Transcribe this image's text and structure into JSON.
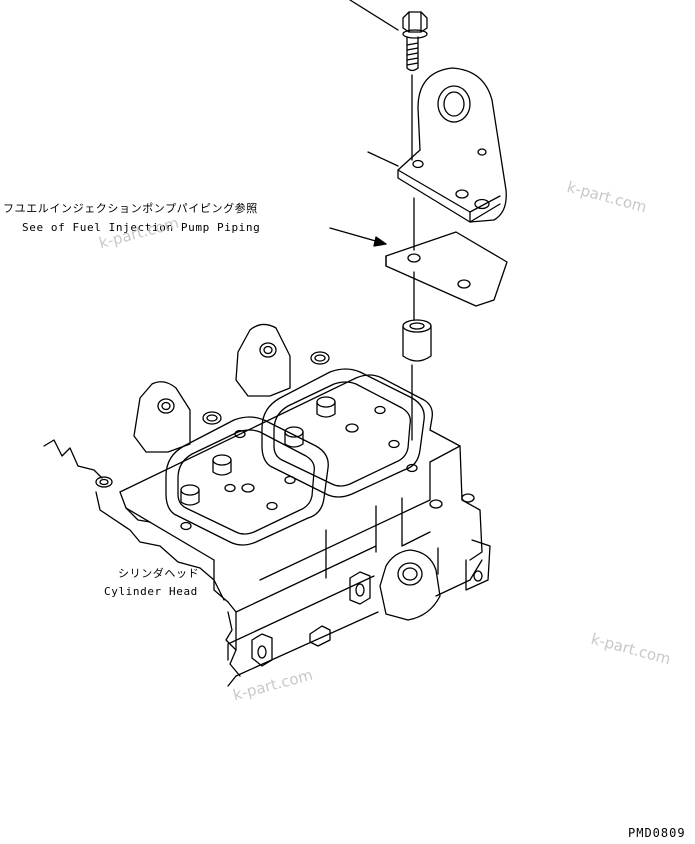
{
  "callouts": {
    "fuel_injection_jp": "フユエルインジェクションポンプパイピング参照",
    "fuel_injection_en": "See of Fuel Injection Pump Piping",
    "cylinder_head_jp": "シリンダヘッド",
    "cylinder_head_en": "Cylinder Head"
  },
  "watermarks": {
    "w1": "k-part.com",
    "w2": "k-part.com",
    "w3": "k-part.com",
    "w4": "k-part.com"
  },
  "drawing_code": "PMD0809",
  "colors": {
    "line": "#000000",
    "watermark": "#c8c8c8",
    "background": "#ffffff"
  }
}
